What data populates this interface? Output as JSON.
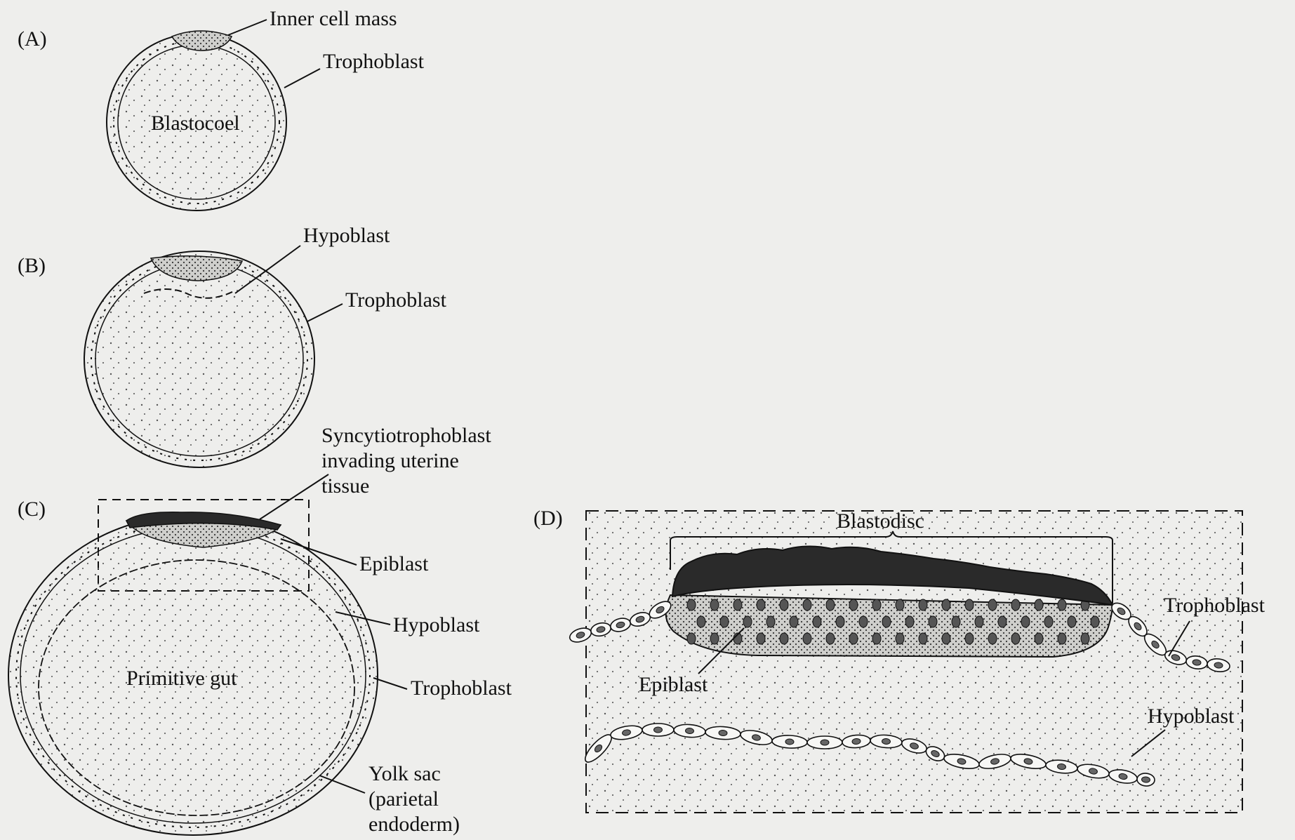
{
  "figure": {
    "panels": [
      {
        "id": "A",
        "tag": "(A)",
        "labels": {
          "inner_cell_mass": "Inner cell mass",
          "trophoblast": "Trophoblast",
          "blastocoel": "Blastocoel"
        }
      },
      {
        "id": "B",
        "tag": "(B)",
        "labels": {
          "hypoblast": "Hypoblast",
          "trophoblast": "Trophoblast"
        }
      },
      {
        "id": "C",
        "tag": "(C)",
        "labels": {
          "syncytio_line1": "Syncytiotrophoblast",
          "syncytio_line2": "invading uterine",
          "syncytio_line3": "tissue",
          "epiblast": "Epiblast",
          "hypoblast": "Hypoblast",
          "primitive_gut": "Primitive gut",
          "trophoblast": "Trophoblast",
          "yolk_line1": "Yolk sac",
          "yolk_line2": "(parietal",
          "yolk_line3": "endoderm)"
        }
      },
      {
        "id": "D",
        "tag": "(D)",
        "labels": {
          "blastodisc": "Blastodisc",
          "trophoblast": "Trophoblast",
          "epiblast": "Epiblast",
          "hypoblast": "Hypoblast"
        }
      }
    ]
  },
  "colors": {
    "ink": "#111111",
    "paper": "#eeeeec",
    "syncytio": "#2a2a2a",
    "cell": "#f7f7f5"
  }
}
